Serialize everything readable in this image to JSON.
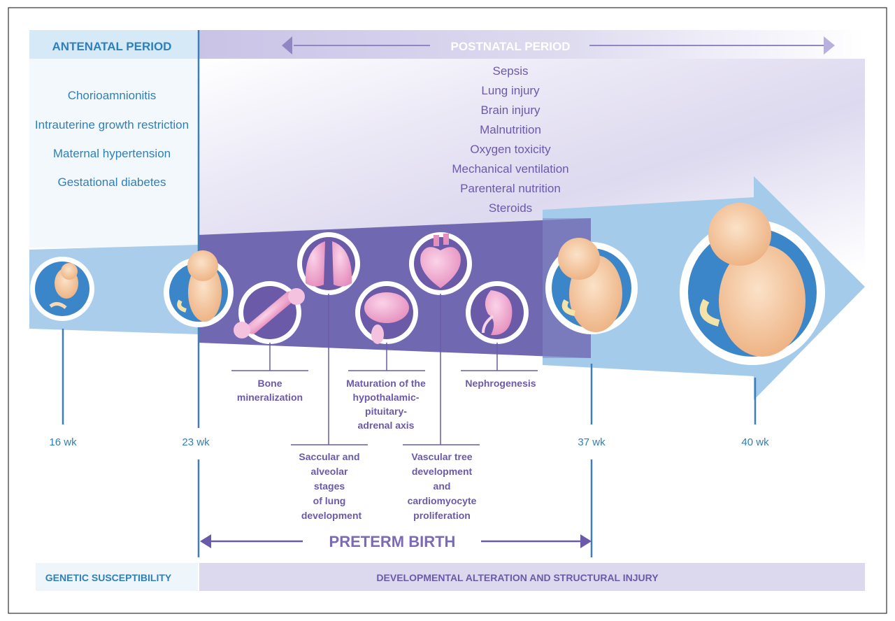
{
  "header": {
    "antenatal_title": "ANTENATAL PERIOD",
    "postnatal_title": "POSTNATAL PERIOD"
  },
  "antenatal_factors": [
    "Chorioamnionitis",
    "Intrauterine growth restriction",
    "Maternal hypertension",
    "Gestational diabetes"
  ],
  "postnatal_factors": [
    "Sepsis",
    "Lung injury",
    "Brain injury",
    "Malnutrition",
    "Oxygen toxicity",
    "Mechanical ventilation",
    "Parenteral nutrition",
    "Steroids"
  ],
  "weeks": [
    "16 wk",
    "23 wk",
    "37 wk",
    "40 wk"
  ],
  "processes": {
    "bone": [
      "Bone",
      "mineralization"
    ],
    "lung": [
      "Saccular and",
      "alveolar",
      "stages",
      "of lung",
      "development"
    ],
    "hpa": [
      "Maturation of the",
      "hypothalamic-",
      "pituitary-",
      "adrenal axis"
    ],
    "vascular": [
      "Vascular tree",
      "development",
      "and",
      "cardiomyocyte",
      "proliferation"
    ],
    "kidney": [
      "Nephrogenesis"
    ]
  },
  "preterm_label": "PRETERM BIRTH",
  "footer": {
    "genetic": "GENETIC SUSCEPTIBILITY",
    "developmental": "DEVELOPMENTAL ALTERATION AND STRUCTURAL INJURY"
  },
  "colors": {
    "blue_text": "#2f7fb8",
    "purple_text": "#6b5aa8",
    "light_blue": "#a9cdea",
    "dark_purple": "#6f64b0",
    "circle_blue": "#3a86c8",
    "organ_pink": "#f2a7cf"
  }
}
